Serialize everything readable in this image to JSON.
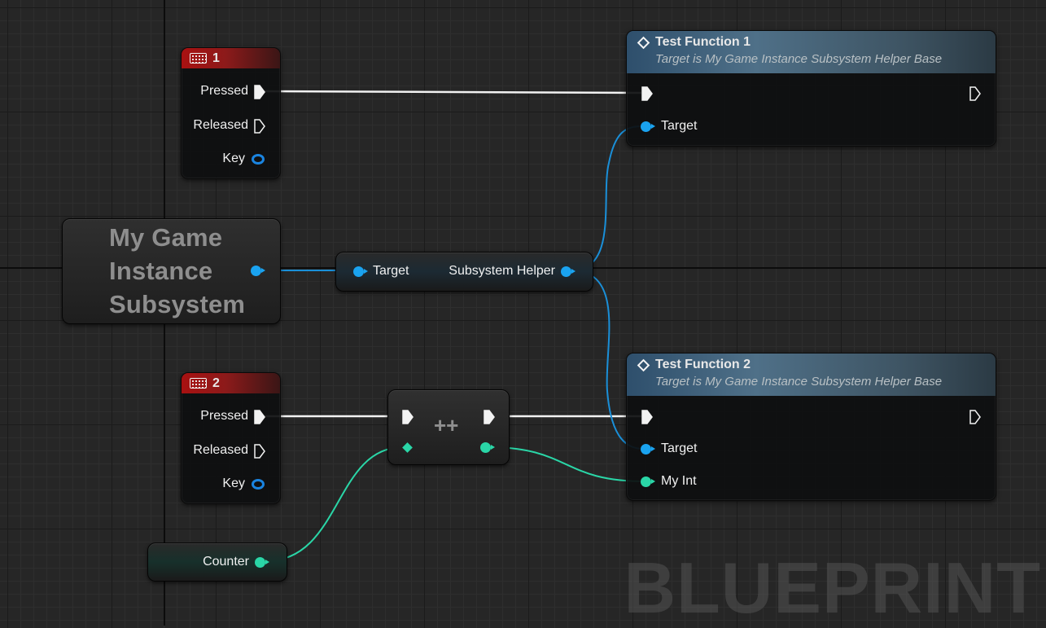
{
  "key_event_1": {
    "key": "1",
    "pins": {
      "pressed": "Pressed",
      "released": "Released",
      "key": "Key"
    }
  },
  "key_event_2": {
    "key": "2",
    "pins": {
      "pressed": "Pressed",
      "released": "Released",
      "key": "Key"
    }
  },
  "subsystem_node": {
    "line1": "My Game",
    "line2": "Instance",
    "line3": "Subsystem"
  },
  "getter_node": {
    "input": "Target",
    "output": "Subsystem Helper"
  },
  "increment_node": {
    "label": "++"
  },
  "counter_node": {
    "label": "Counter"
  },
  "test_function_1": {
    "title": "Test Function 1",
    "subtitle": "Target is My Game Instance Subsystem Helper Base",
    "pins": {
      "target": "Target"
    }
  },
  "test_function_2": {
    "title": "Test Function 2",
    "subtitle": "Target is My Game Instance Subsystem Helper Base",
    "pins": {
      "target": "Target",
      "my_int": "My Int"
    }
  },
  "watermark": "BLUEPRINT",
  "colors": {
    "event_header": "#a91111",
    "function_header": "#4f7088",
    "object_pin": "#1aa3f0",
    "int_pin": "#2ad6a7",
    "exec_wire": "#ffffff"
  },
  "icons": {
    "key_event": "keyboard-icon",
    "function": "function-diamond-icon",
    "exec": "exec-arrow-icon"
  }
}
